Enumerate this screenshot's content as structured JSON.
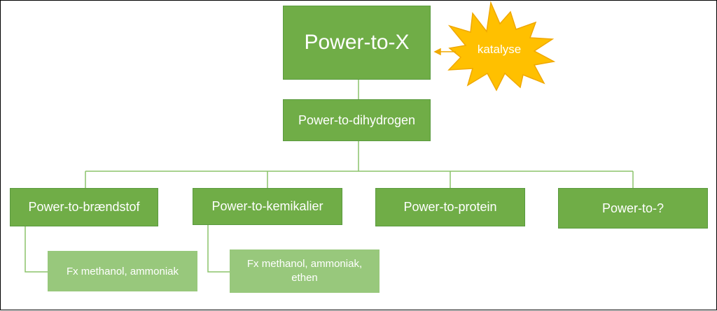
{
  "colors": {
    "box_dark": "#70ad47",
    "box_light": "#98c87c",
    "connector": "#8bc36a",
    "star_fill": "#ffc000",
    "star_stroke": "#f0a800",
    "arrow": "#f0a800"
  },
  "nodes": {
    "root": "Power-to-X",
    "hydrogen": "Power-to-dihydrogen",
    "fuel": "Power-to-brændstof",
    "chemicals": "Power-to-kemikalier",
    "protein": "Power-to-protein",
    "unknown": "Power-to-?",
    "fuel_example": "Fx methanol, ammoniak",
    "chemicals_example": "Fx methanol, ammoniak, ethen"
  },
  "catalyst": {
    "label": "katalyse",
    "icon": "starburst-icon"
  }
}
